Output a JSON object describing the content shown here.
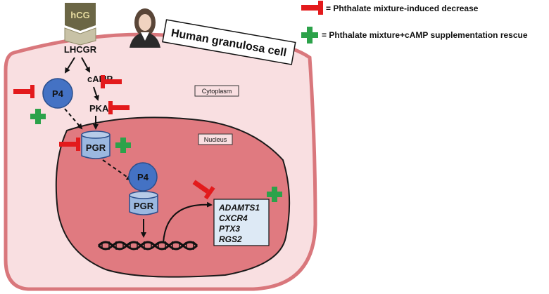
{
  "legend": {
    "decrease": "= Phthalate mixture-induced decrease",
    "rescue": "= Phthalate mixture+cAMP supplementation rescue"
  },
  "cell_title": "Human granulosa cell",
  "receptor": {
    "ligand": "hCG",
    "name": "LHCGR"
  },
  "molecules": {
    "p4": "P4",
    "camp": "cAMP",
    "pka": "PKA",
    "pgr": "PGR"
  },
  "compartments": {
    "cytoplasm": "Cytoplasm",
    "nucleus": "Nucleus"
  },
  "genes": [
    "ADAMTS1",
    "CXCR4",
    "PTX3",
    "RGS2"
  ],
  "colors": {
    "cell_fill": "#f9dfe1",
    "cell_border": "#d9777c",
    "nucleus_fill": "#e07a80",
    "nucleus_border": "#1a1a1a",
    "molecule": "#4472c4",
    "inhibit": "#e31a1c",
    "rescue": "#2ca24a",
    "receptor": "#6b6645",
    "gene_box": "#dde9f5"
  }
}
